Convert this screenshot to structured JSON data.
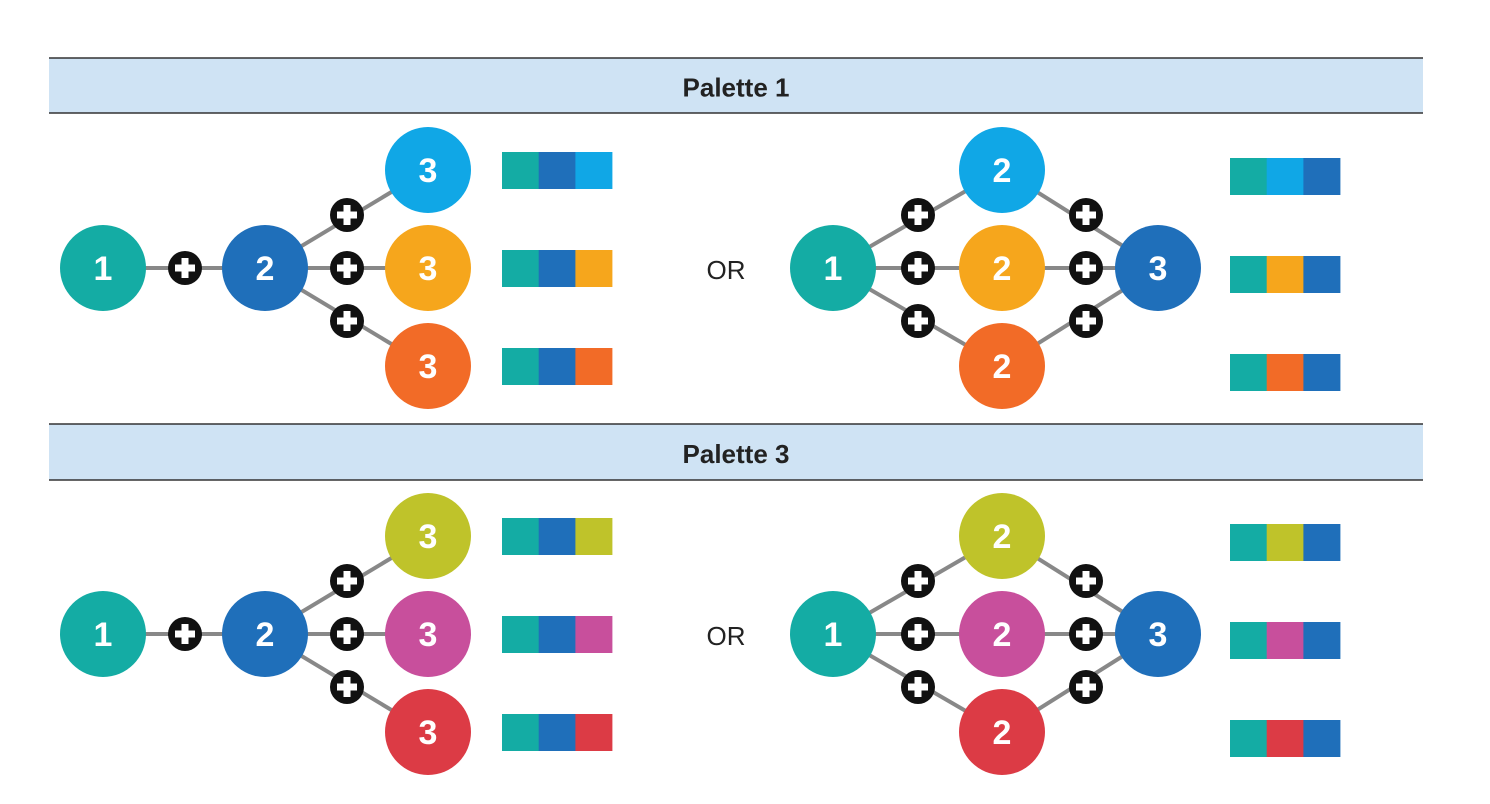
{
  "colors": {
    "teal": "#14aca4",
    "blue": "#1f6fba",
    "sky": "#10a7e6",
    "orange": "#f6a61c",
    "redorange": "#f26b27",
    "lime": "#bfc32a",
    "magenta": "#c84f9c",
    "red": "#dc3b45",
    "header_bg": "#cfe3f4",
    "line": "#888888",
    "plus_bg": "#111111"
  },
  "palettes": [
    {
      "title": "Palette 1",
      "or_label": "OR",
      "left": {
        "node1": "1",
        "node2": "2",
        "branches": [
          {
            "label": "3",
            "color": "sky"
          },
          {
            "label": "3",
            "color": "orange"
          },
          {
            "label": "3",
            "color": "redorange"
          }
        ],
        "swatches": [
          [
            "teal",
            "blue",
            "sky"
          ],
          [
            "teal",
            "blue",
            "orange"
          ],
          [
            "teal",
            "blue",
            "redorange"
          ]
        ]
      },
      "right": {
        "node1": "1",
        "node3": "3",
        "branches": [
          {
            "label": "2",
            "color": "sky"
          },
          {
            "label": "2",
            "color": "orange"
          },
          {
            "label": "2",
            "color": "redorange"
          }
        ],
        "swatches": [
          [
            "teal",
            "sky",
            "blue"
          ],
          [
            "teal",
            "orange",
            "blue"
          ],
          [
            "teal",
            "redorange",
            "blue"
          ]
        ]
      }
    },
    {
      "title": "Palette 3",
      "or_label": "OR",
      "left": {
        "node1": "1",
        "node2": "2",
        "branches": [
          {
            "label": "3",
            "color": "lime"
          },
          {
            "label": "3",
            "color": "magenta"
          },
          {
            "label": "3",
            "color": "red"
          }
        ],
        "swatches": [
          [
            "teal",
            "blue",
            "lime"
          ],
          [
            "teal",
            "blue",
            "magenta"
          ],
          [
            "teal",
            "blue",
            "red"
          ]
        ]
      },
      "right": {
        "node1": "1",
        "node3": "3",
        "branches": [
          {
            "label": "2",
            "color": "lime"
          },
          {
            "label": "2",
            "color": "magenta"
          },
          {
            "label": "2",
            "color": "red"
          }
        ],
        "swatches": [
          [
            "teal",
            "lime",
            "blue"
          ],
          [
            "teal",
            "magenta",
            "blue"
          ],
          [
            "teal",
            "red",
            "blue"
          ]
        ]
      }
    }
  ]
}
